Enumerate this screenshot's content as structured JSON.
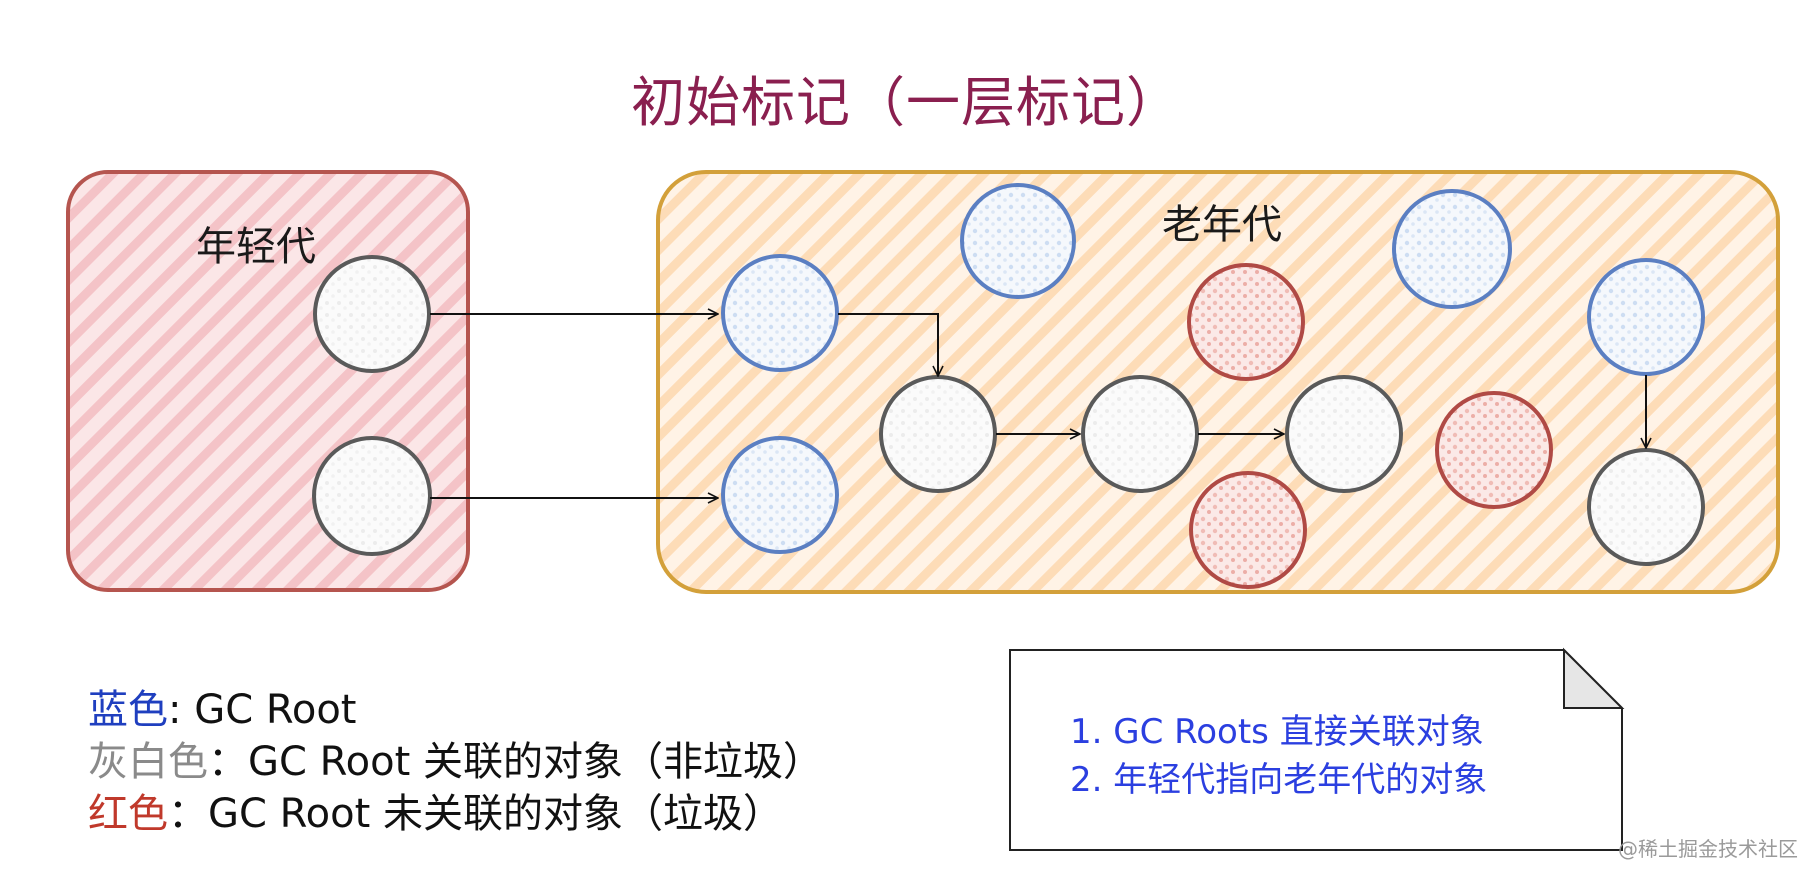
{
  "title": "初始标记（一层标记）",
  "regions": {
    "young": {
      "label": "年轻代"
    },
    "old": {
      "label": "老年代"
    }
  },
  "legend": [
    {
      "key": "蓝色",
      "separator": ": ",
      "text": "GC Root",
      "key_color": "#1f3fbf"
    },
    {
      "key": "灰白色",
      "separator": "：",
      "text": "GC Root 关联的对象（非垃圾）",
      "key_color": "#8a8a8a"
    },
    {
      "key": "红色",
      "separator": "：",
      "text": "GC Root 未关联的对象（垃圾）",
      "key_color": "#c0392b"
    }
  ],
  "note": {
    "line1": "1. GC Roots 直接关联对象",
    "line2": "2. 年轻代指向老年代的对象"
  },
  "watermark": "@稀土掘金技术社区",
  "colors": {
    "title": "#8a1f4f",
    "young_border": "#b5554f",
    "young_fill": "#f6c9cc",
    "old_border": "#d3a03a",
    "old_fill": "#fde3c6",
    "blue": "#5b7fc2",
    "gray": "#5a5a5a",
    "red": "#b04a45"
  }
}
